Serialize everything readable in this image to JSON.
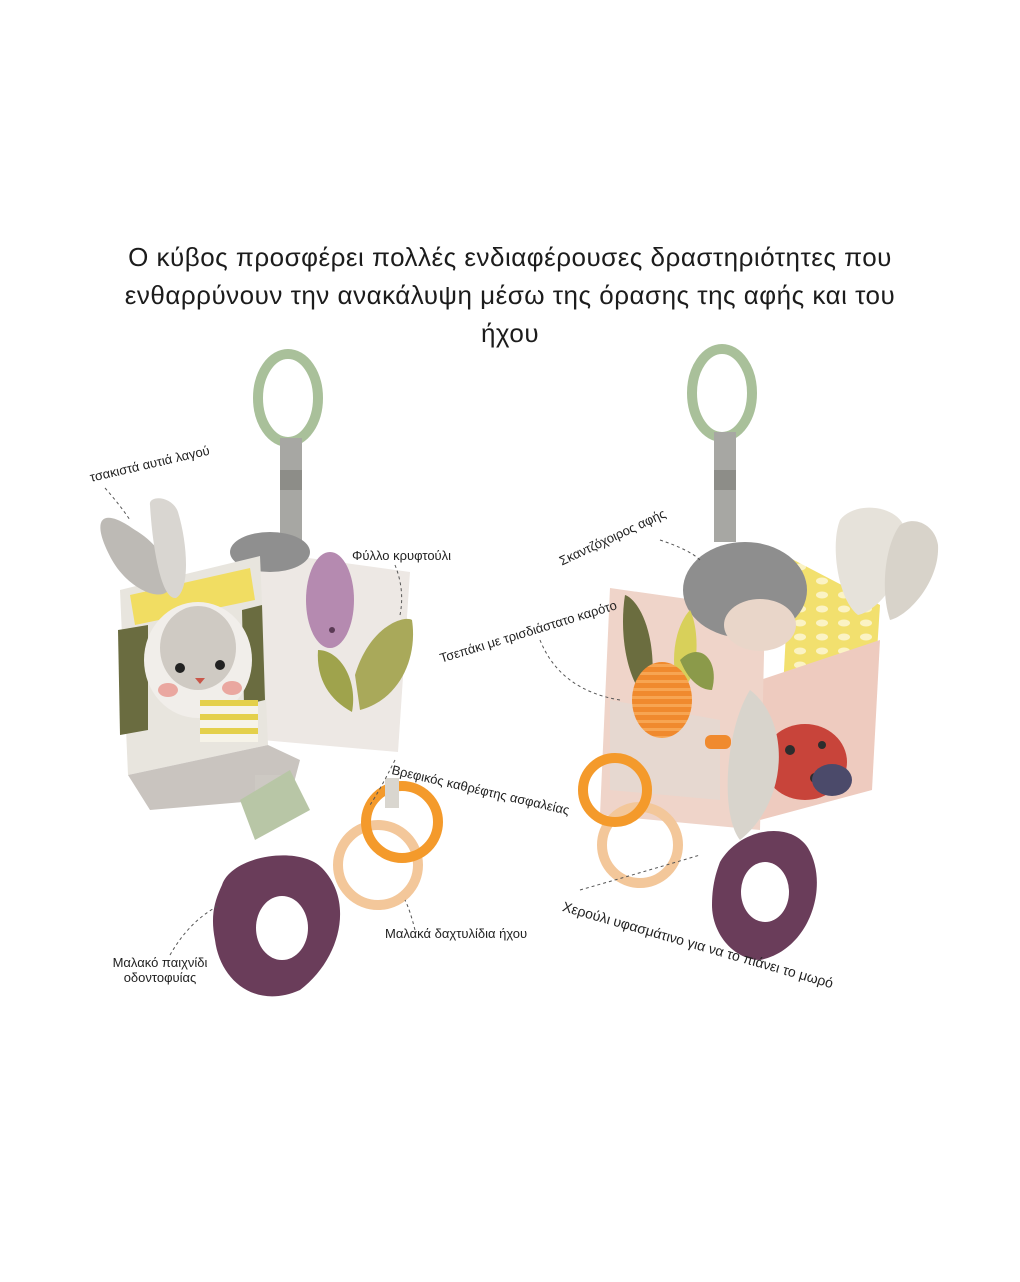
{
  "heading": {
    "line1": "Ο κύβος προσφέρει πολλές ενδιαφέρουσες δραστηριότητες που",
    "line2": "ενθαρρύνουν την ανακάλυψη μέσω της όρασης της αφής και του",
    "line3": "ήχου"
  },
  "labels": {
    "bunny_ears": "τσακιστά αυτιά λαγού",
    "leaf": "Φύλλο κρυφτούλι",
    "teether_line1": "Μαλακό παιχνίδι",
    "teether_line2": "οδοντοφυίας",
    "rings": "Μαλακά δαχτυλίδια ήχου",
    "hedgehog": "Σκαντζόχοιρος αφής",
    "carrot_pocket": "Τσεπάκι με τρισδιάστατο καρότο",
    "mirror": "Βρεφικός καθρέφτης ασφαλείας",
    "handle": "Χερούλι υφασμάτινο για να το πιάνει το μωρό"
  },
  "colors": {
    "sage_ring": "#a9c09a",
    "olive": "#6b6d3f",
    "plum": "#6a3d5a",
    "orange": "#f39a2c",
    "yellow": "#f0de6a",
    "blush": "#e9b9ad",
    "ladybug_red": "#c8443a"
  }
}
